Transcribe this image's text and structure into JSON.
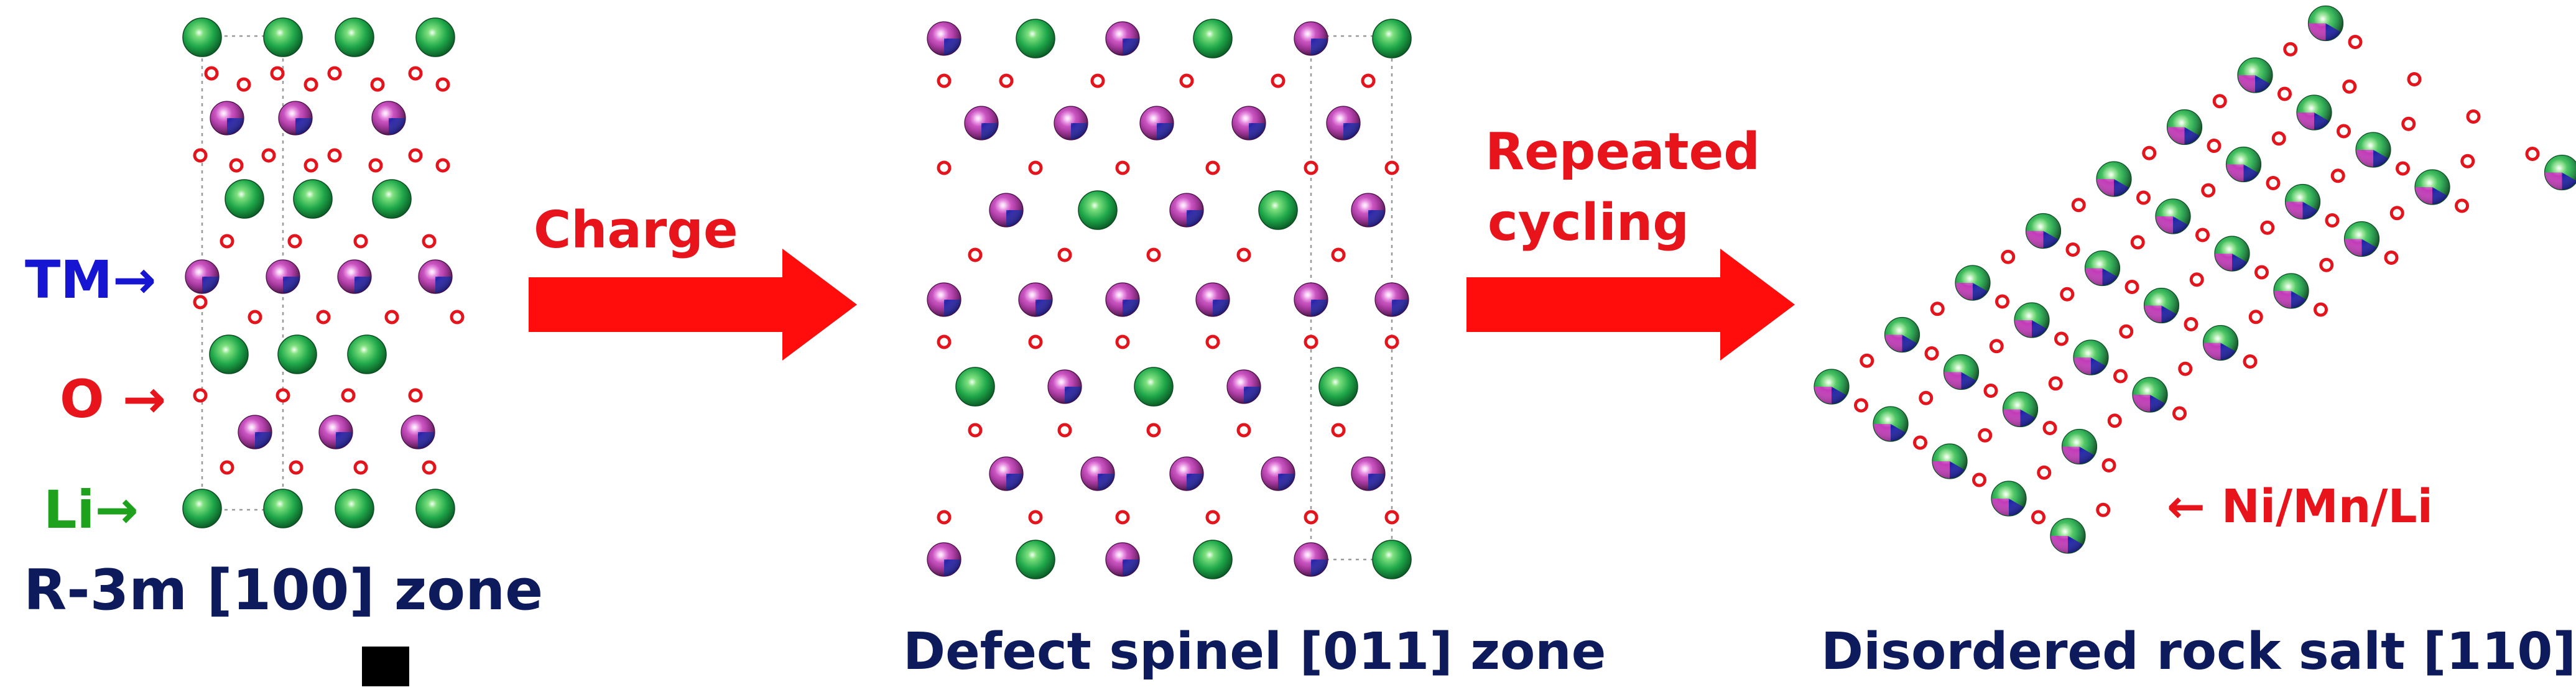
{
  "labels": {
    "tm": "TM→",
    "o": "O →",
    "li": "Li→",
    "arrow1": "Charge",
    "arrow2_line1": "Repeated",
    "arrow2_line2": "cycling",
    "nimnli": "← Ni/Mn/Li"
  },
  "captions": {
    "panel1": "R-3m [100] zone",
    "panel2": "Defect spinel [011] zone",
    "panel3": "Disordered rock salt [110]"
  },
  "colors": {
    "li": "#1fa84a",
    "tm_purple": "#a4279a",
    "tm_blue": "#1b1fa6",
    "oxygen": "#e3141b",
    "arrow": "#ff0d0d",
    "caption": "#0d1a5c",
    "label_tm": "#1616d2",
    "label_o": "#e8141c",
    "label_li": "#1ea21e"
  },
  "icons": {
    "li_atom": "green-sphere",
    "tm_atom": "magenta-blue-sphere",
    "o_atom": "small-red-ring",
    "mixed_atom": "green-magenta-blue-sphere",
    "scale_mark": "black-square"
  }
}
